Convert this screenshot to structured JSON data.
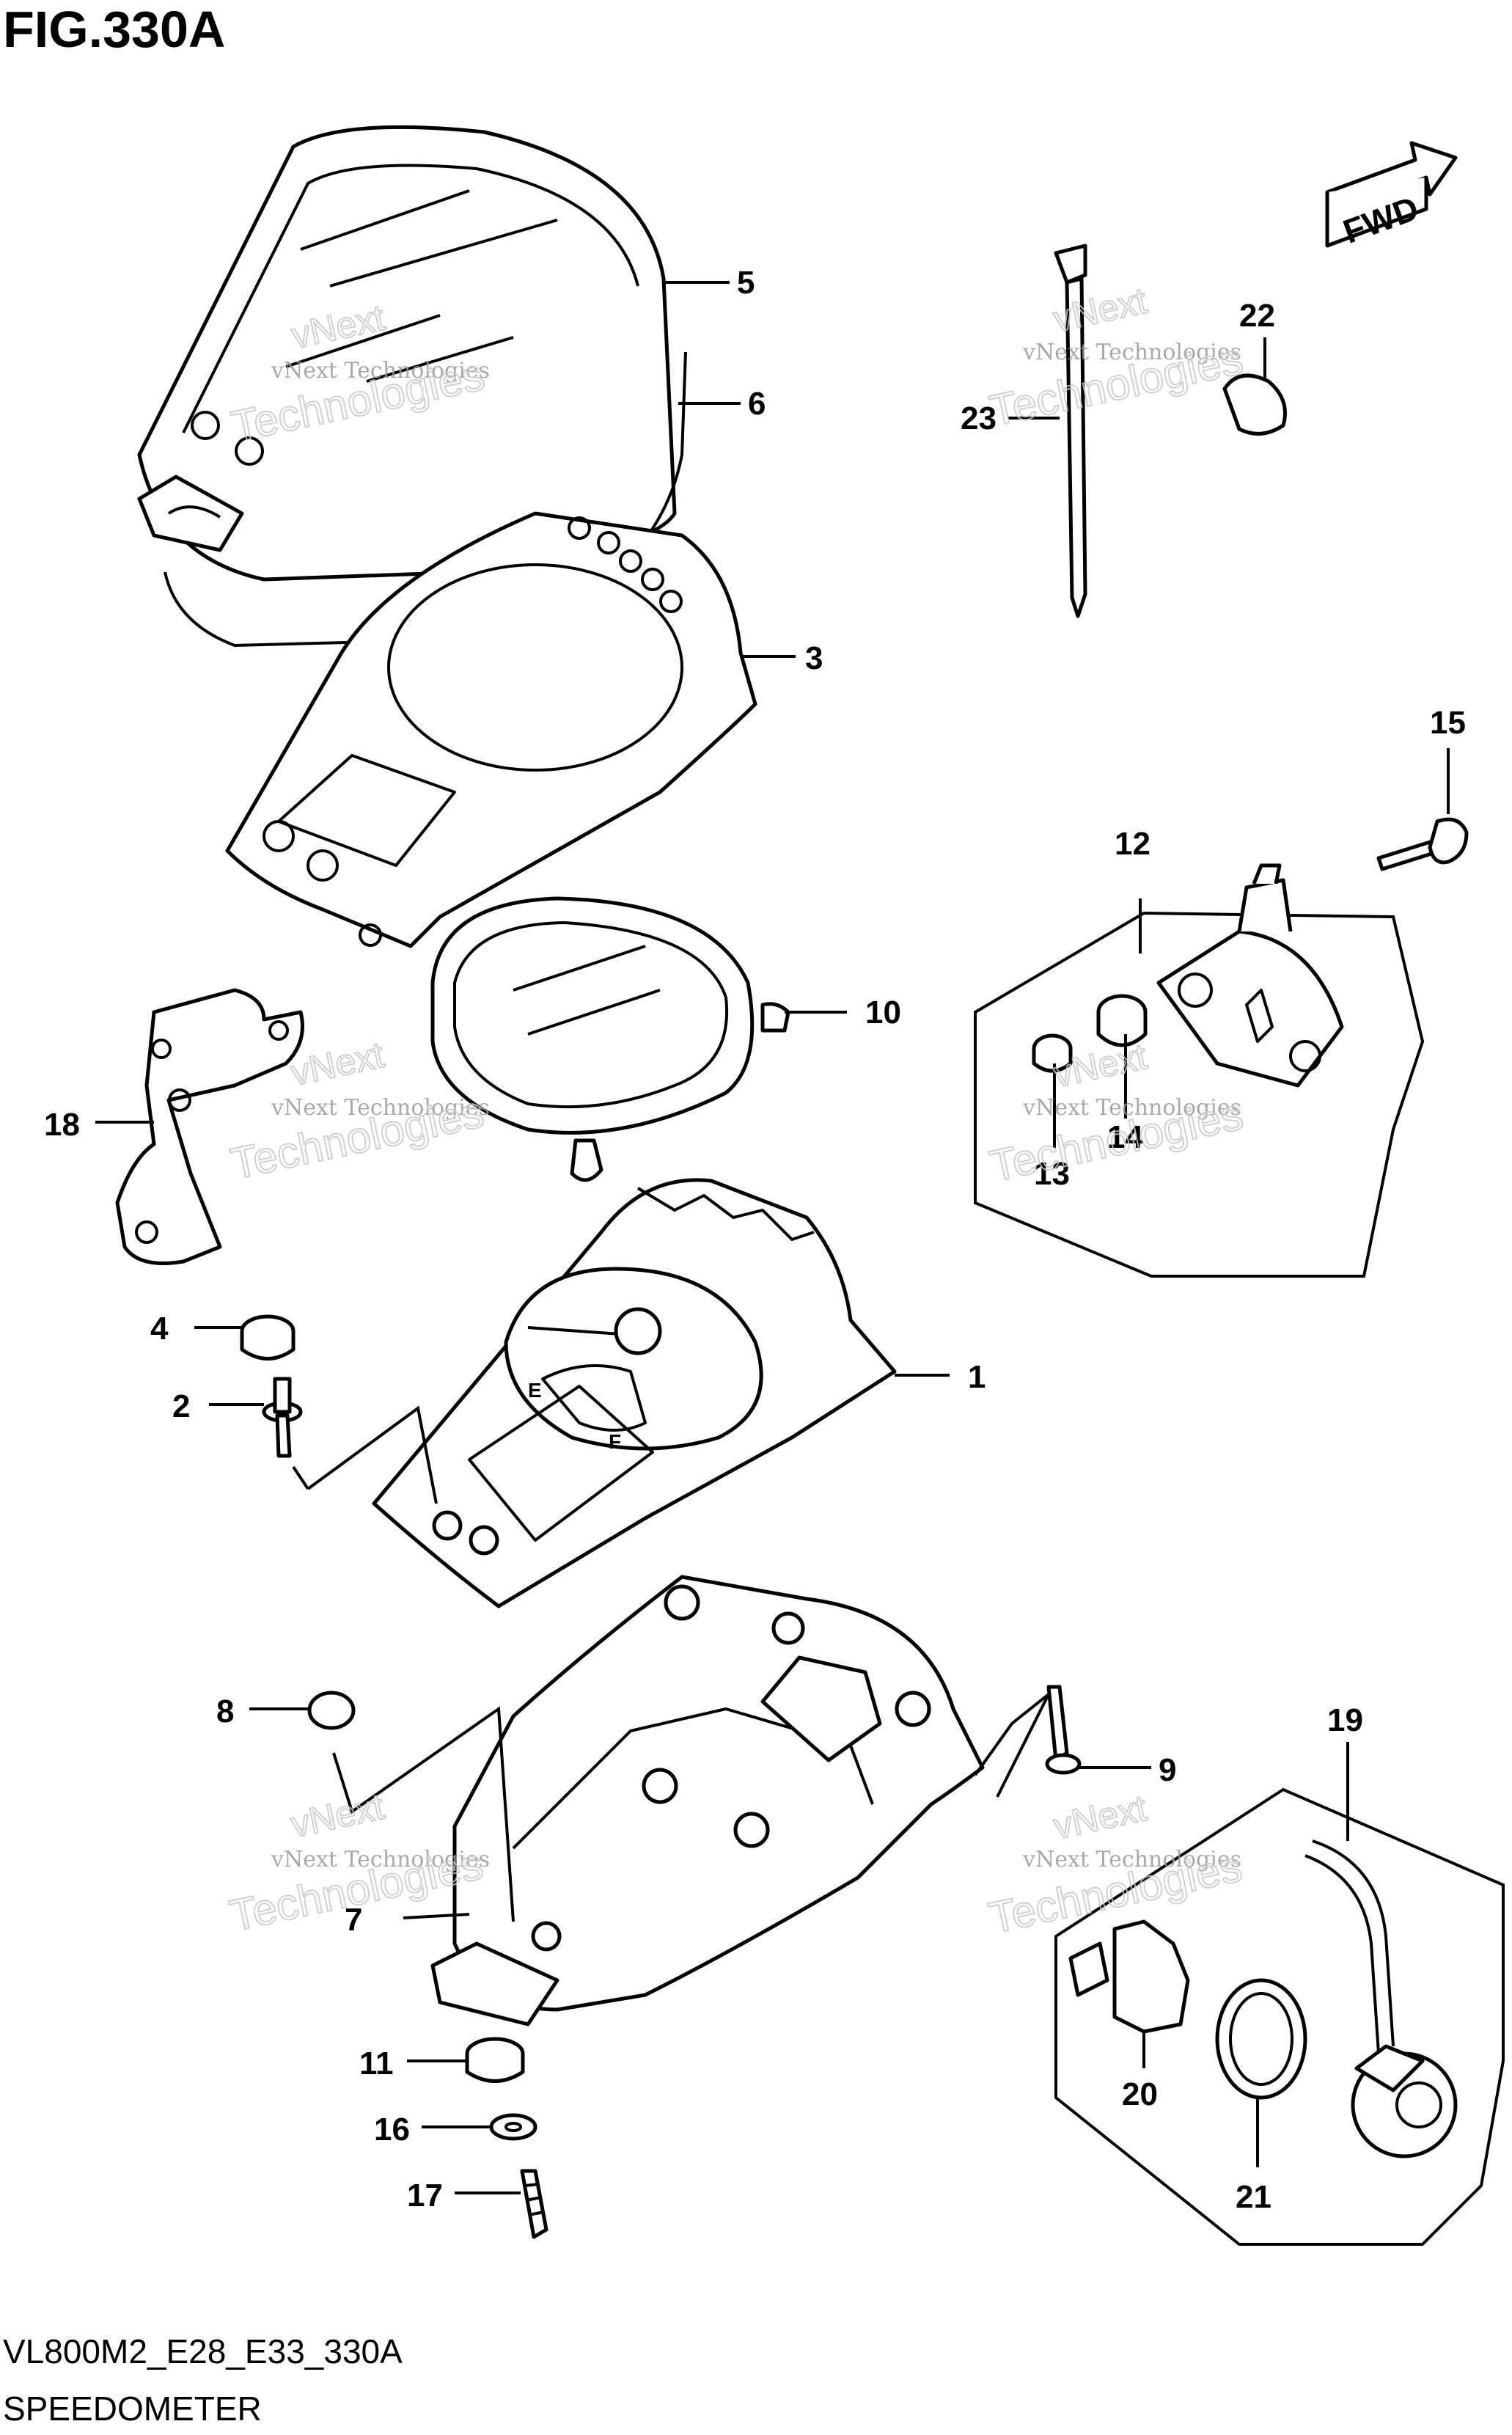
{
  "figure": {
    "title": "FIG.330A",
    "model_code": "VL800M2_E28_E33_330A",
    "caption": "SPEEDOMETER",
    "fwd_label": "FWD"
  },
  "watermark": {
    "line1": "vNext Technologies",
    "line2": "vNext",
    "line3": "Technologies"
  },
  "callouts": [
    "1",
    "2",
    "3",
    "4",
    "5",
    "6",
    "7",
    "8",
    "9",
    "10",
    "11",
    "12",
    "13",
    "14",
    "15",
    "16",
    "17",
    "18",
    "19",
    "20",
    "21",
    "22",
    "23"
  ],
  "dial_letters": [
    "E",
    "F"
  ]
}
